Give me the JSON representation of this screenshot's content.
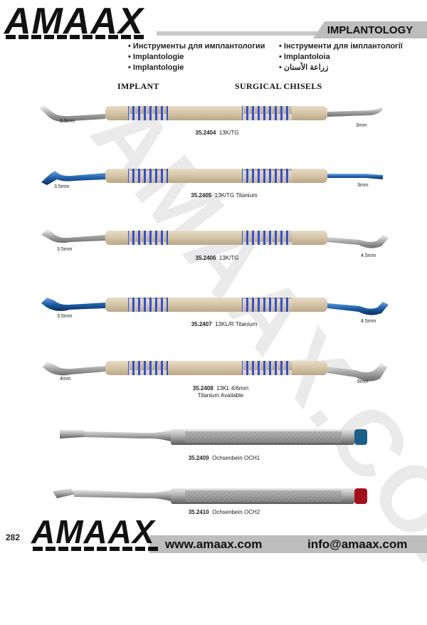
{
  "header": {
    "brand": "AMAAX",
    "section": "IMPLANTOLOGY"
  },
  "languages": {
    "left": [
      "Инструменты для имплантологии",
      "Implantologie",
      "Implantologie"
    ],
    "right": [
      "Інструменти для імплантології",
      "Implantoloia",
      "زراعة الأسنان"
    ]
  },
  "columns": {
    "left": "IMPLANT",
    "right": "SURGICAL CHISELS"
  },
  "watermark": "AMAAX.COM",
  "instruments": [
    {
      "code": "35.2404",
      "name": "13K/TG",
      "extra": "",
      "left_size": "3.5mm",
      "right_size": "3mm",
      "finish": "steel"
    },
    {
      "code": "35.2405",
      "name": "13K/TG Titanium",
      "extra": "",
      "left_size": "3.5mm",
      "right_size": "3mm",
      "finish": "titanium"
    },
    {
      "code": "35.2406",
      "name": "13K/TG",
      "extra": "",
      "left_size": "3.5mm",
      "right_size": "4.5mm",
      "finish": "steel"
    },
    {
      "code": "35.2407",
      "name": "13KL/R Titanium",
      "extra": "",
      "left_size": "3.5mm",
      "right_size": "4.5mm",
      "finish": "titanium"
    },
    {
      "code": "35.2408",
      "name": "13KL 4/6mm",
      "extra": "Titanium Available",
      "left_size": "4mm",
      "right_size": "6mm",
      "finish": "steel"
    },
    {
      "code": "35.2409",
      "name": "Ochsenbein OCH1",
      "extra": "",
      "left_size": "",
      "right_size": "",
      "finish": "chisel-blue"
    },
    {
      "code": "35.2410",
      "name": "Ochsenbein OCH2",
      "extra": "",
      "left_size": "",
      "right_size": "",
      "finish": "chisel-red"
    }
  ],
  "footer": {
    "page": "282",
    "brand": "AMAAX",
    "website": "www.amaax.com",
    "email": "info@amaax.com"
  },
  "colors": {
    "band_blue": "#3550c8",
    "titanium_blue": "#1f5fa8",
    "chisel_cap_blue": "#1b5e86",
    "chisel_cap_red": "#a3121c",
    "grey_bar": "#bdbdbd"
  }
}
